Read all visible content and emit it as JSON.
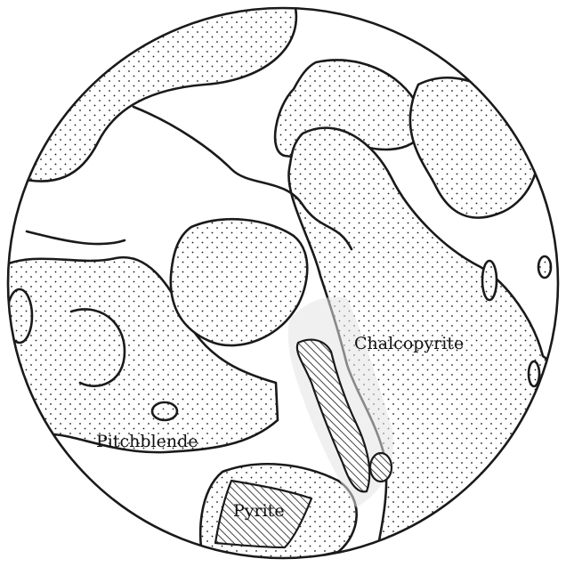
{
  "labels": {
    "chalcopyrite": "Chalcopyrite",
    "pitchblende": "Pitchblende",
    "pyrite": "Pyrite"
  },
  "colors": {
    "ink": "#1a1a1a",
    "paper": "#ffffff",
    "smudge": "#e4e4e4"
  }
}
